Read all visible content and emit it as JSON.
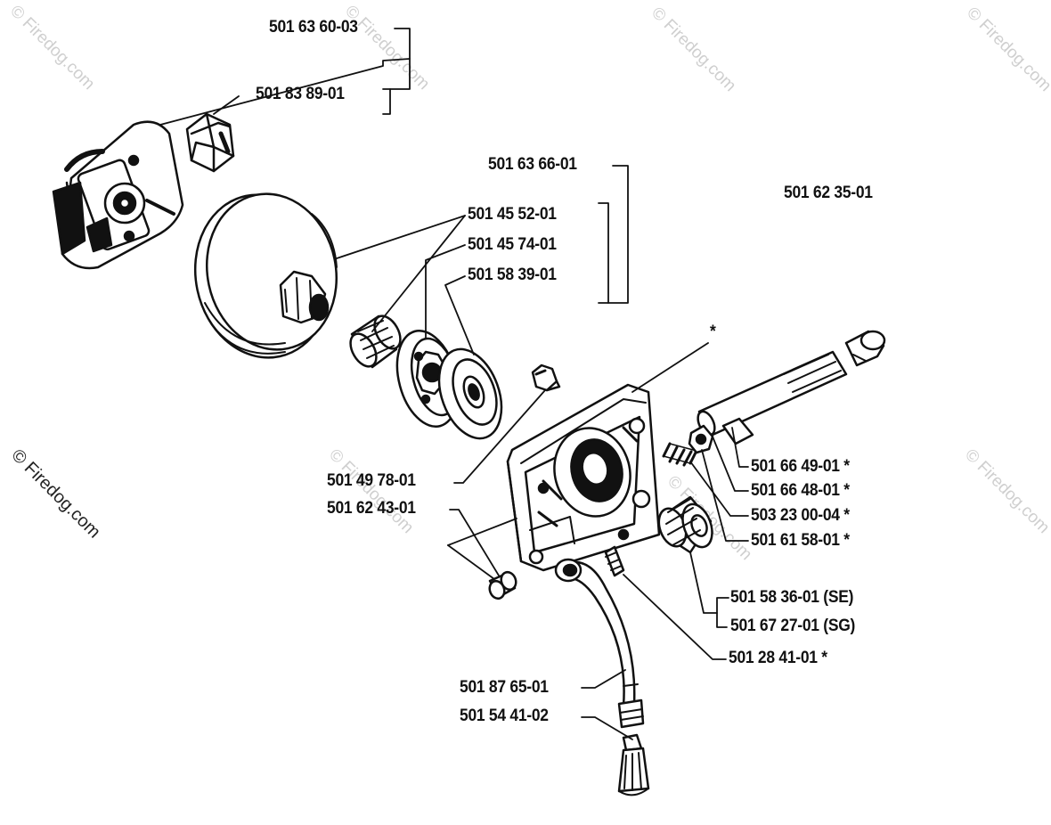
{
  "watermark": "© Firedog.com",
  "colors": {
    "ink": "#111111",
    "watermark_light": "#cfcfcf",
    "watermark_dark": "#222222",
    "background": "#ffffff"
  },
  "parts": {
    "clutch_assembly": "501 63 60-03",
    "clutch_shoe": "501 83 89-01",
    "clutch_drum_kit": "501 63 66-01",
    "needle_bearing": "501 45 52-01",
    "rim_sprocket": "501 45 74-01",
    "washer": "501 58 39-01",
    "oil_pump_assembly": "501 62 35-01",
    "screw": "501 49 78-01",
    "guide_pin": "501 62 43-01",
    "pump_piston": "501 66 49-01 *",
    "pump_sleeve": "501 66 48-01 *",
    "spring": "503 23 00-04 *",
    "nut": "501 61 58-01 *",
    "worm_gear_se": "501 58 36-01 (SE)",
    "worm_gear_sg": "501 67 27-01 (SG)",
    "adjuster_screw": "501 28 41-01  *",
    "oil_hose": "501 87 65-01",
    "oil_filter": "501 54 41-02",
    "asterisk_marker": "*"
  }
}
